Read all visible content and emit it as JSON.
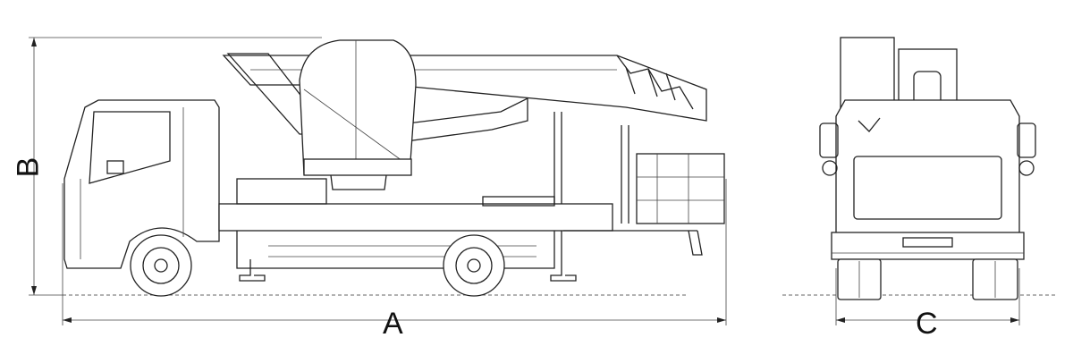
{
  "dimensions": {
    "length_label": "A",
    "height_label": "B",
    "width_label": "C"
  },
  "colors": {
    "line": "#222222",
    "background": "#ffffff"
  }
}
